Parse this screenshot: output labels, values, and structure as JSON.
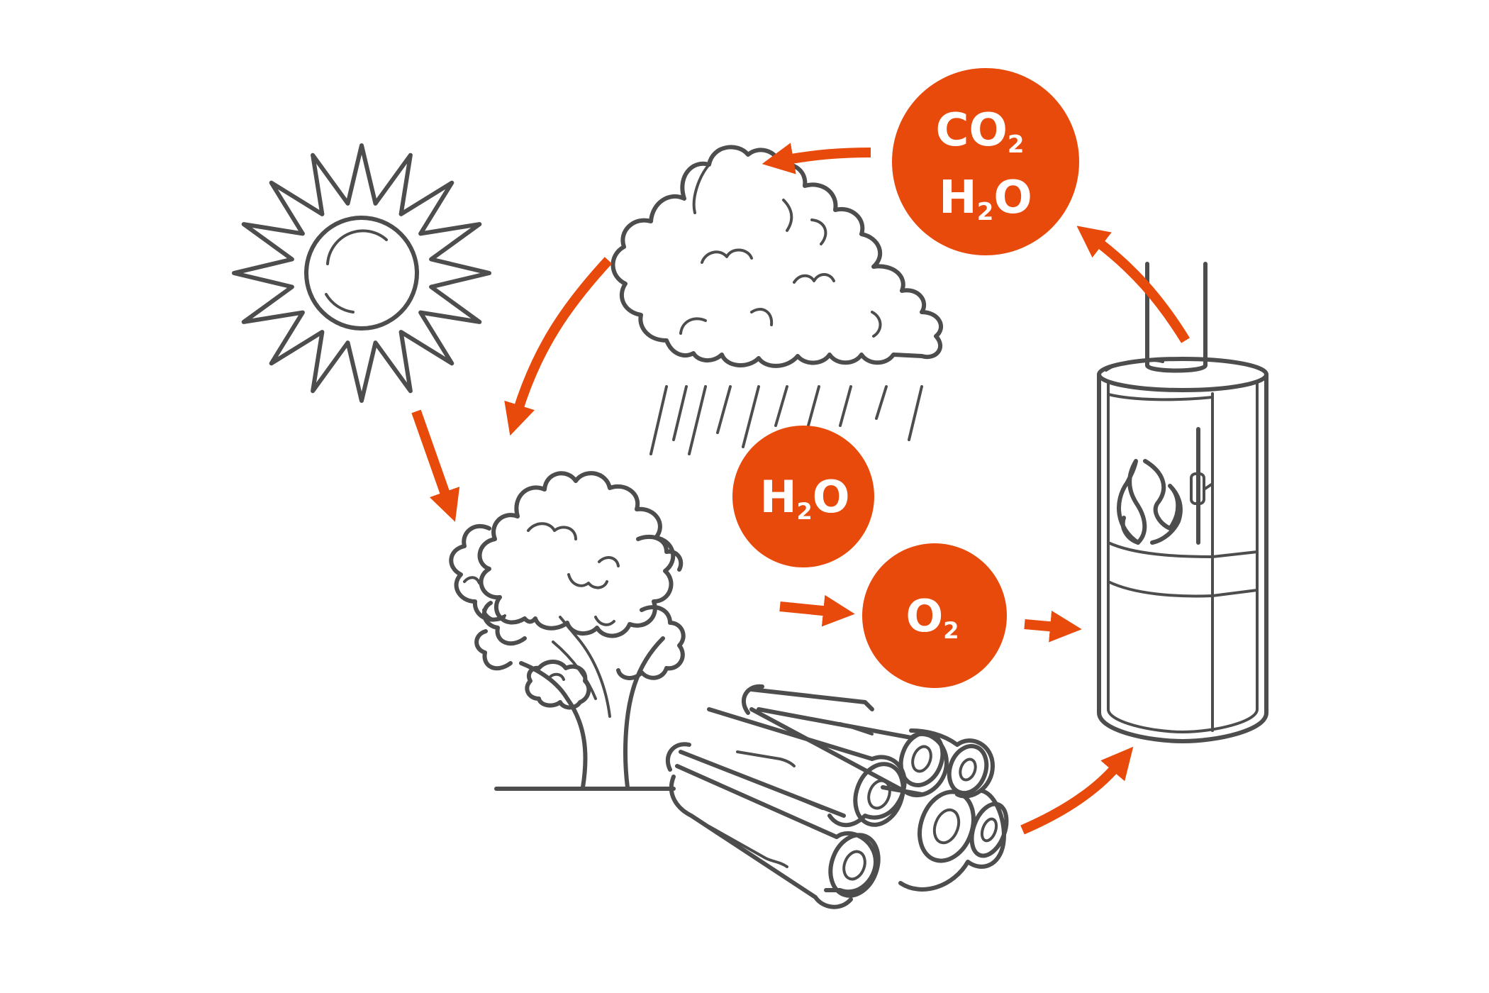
{
  "colors": {
    "accent": "#e84a0c",
    "ink": "#4d4d4d",
    "background": "#ffffff"
  },
  "badges": {
    "top": {
      "line1": {
        "main": "CO",
        "sub": "2",
        "tail": ""
      },
      "line2": {
        "main": "H",
        "sub": "2",
        "tail": "O"
      }
    },
    "middle": {
      "main": "H",
      "sub": "2",
      "tail": "O"
    },
    "lower": {
      "main": "O",
      "sub": "2"
    }
  },
  "icons": [
    "sun-icon",
    "cloud-icon",
    "rain-icon",
    "tree-icon",
    "firewood-logs-icon",
    "wood-stove-icon"
  ]
}
